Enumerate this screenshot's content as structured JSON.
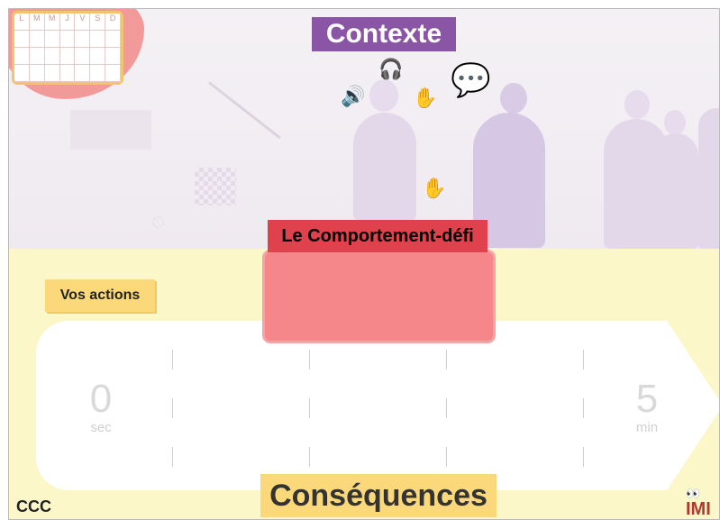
{
  "calendar": {
    "days": [
      "L",
      "M",
      "M",
      "J",
      "V",
      "S",
      "D"
    ]
  },
  "context": {
    "title": "Contexte"
  },
  "behavior": {
    "title": "Le Comportement-défi"
  },
  "actions": {
    "label": "Vos actions"
  },
  "timeline": {
    "start_value": "0",
    "start_unit": "sec",
    "end_value": "5",
    "end_unit": "min"
  },
  "consequences": {
    "title": "Conséquences"
  },
  "footer": {
    "left_text": "CCC",
    "logo_text": "IMI"
  },
  "icons": [
    "calendar-icon",
    "speaker-icon",
    "headphones-icon",
    "chat-bubble-icon",
    "person-silhouette-icon",
    "hand-icon",
    "ball-icon",
    "clock-hand-icon"
  ],
  "colors": {
    "context_title_bg": "#8b55a6",
    "behavior_title_bg": "#e0424d",
    "behavior_box_bg": "#f5868a",
    "label_yellow": "#fbd87a",
    "area_yellow": "#fbf7c9"
  }
}
